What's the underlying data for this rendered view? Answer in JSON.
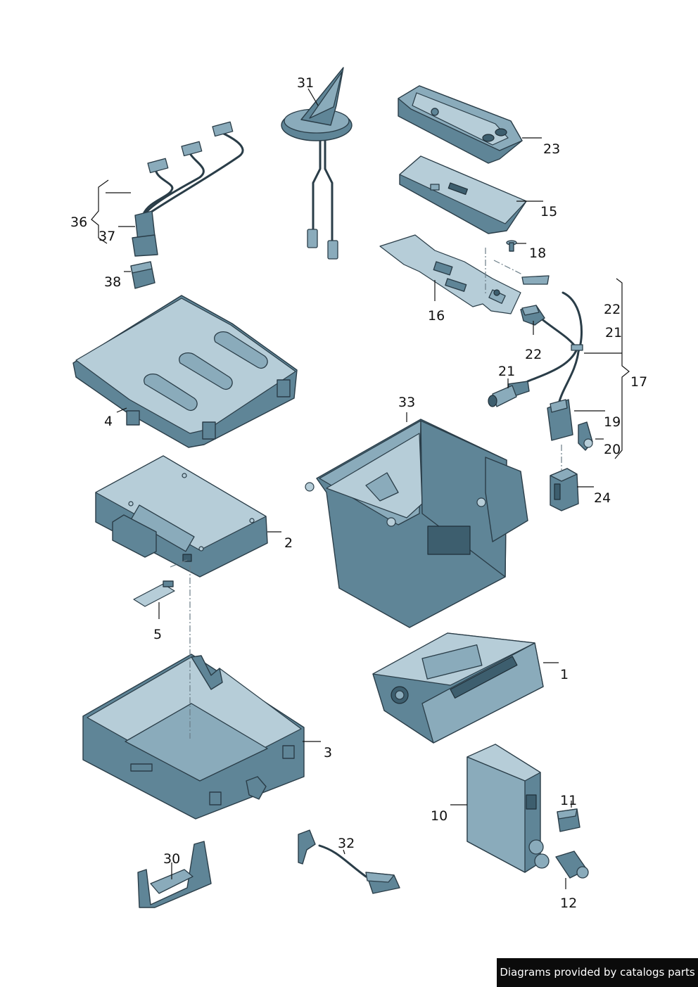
{
  "callouts": {
    "c1": "1",
    "c2": "2",
    "c3": "3",
    "c4": "4",
    "c5": "5",
    "c10": "10",
    "c11": "11",
    "c12": "12",
    "c15": "15",
    "c16": "16",
    "c17": "17",
    "c18": "18",
    "c19": "19",
    "c20": "20",
    "c21a": "21",
    "c21b": "21",
    "c22a": "22",
    "c22b": "22",
    "c23": "23",
    "c24": "24",
    "c30": "30",
    "c31": "31",
    "c32": "32",
    "c33": "33",
    "c36": "36",
    "c37": "37",
    "c38": "38"
  },
  "footer": {
    "text": "Diagrams provided by catalogs parts"
  },
  "colors": {
    "part": "#5f8597",
    "part_light": "#b6cdd8",
    "outline": "#2a3d48",
    "footer_bg": "#0b0b0b"
  }
}
